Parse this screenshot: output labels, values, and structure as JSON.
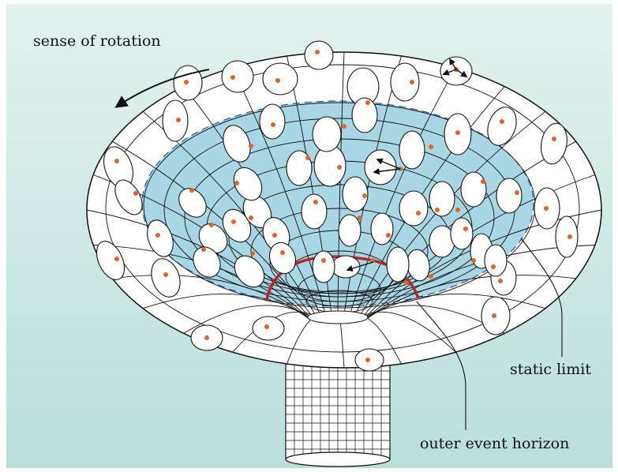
{
  "labels": {
    "rotation": "sense of rotation",
    "static_limit": "static limit",
    "event_horizon": "outer event horizon"
  },
  "colors": {
    "background_top": "#e3f2f0",
    "background_bottom": "#b9dfdb",
    "ergosphere": "#a9d6e4",
    "horizon": "#b3262a",
    "dot": "#e0642a",
    "grid": "#111111"
  }
}
